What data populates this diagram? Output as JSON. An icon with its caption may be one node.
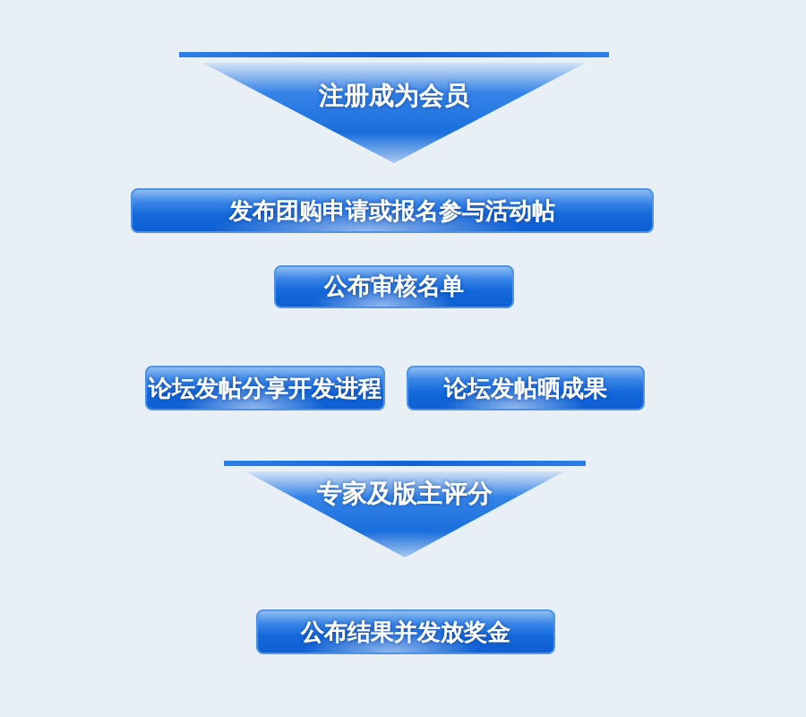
{
  "diagram": {
    "nodes": [
      {
        "text": [
          "注册成为会员"
        ]
      },
      {
        "text": [
          "发布团购申请或报名参与活动帖"
        ]
      },
      {
        "text": [
          "公布审核名单"
        ]
      },
      {
        "text": [
          "论坛发帖分享开发进程"
        ]
      },
      {
        "text": [
          "论坛发帖晒成果"
        ]
      },
      {
        "text": [
          "专家及版主评分"
        ]
      },
      {
        "text": [
          "公布结果并发放奖金"
        ]
      }
    ]
  }
}
